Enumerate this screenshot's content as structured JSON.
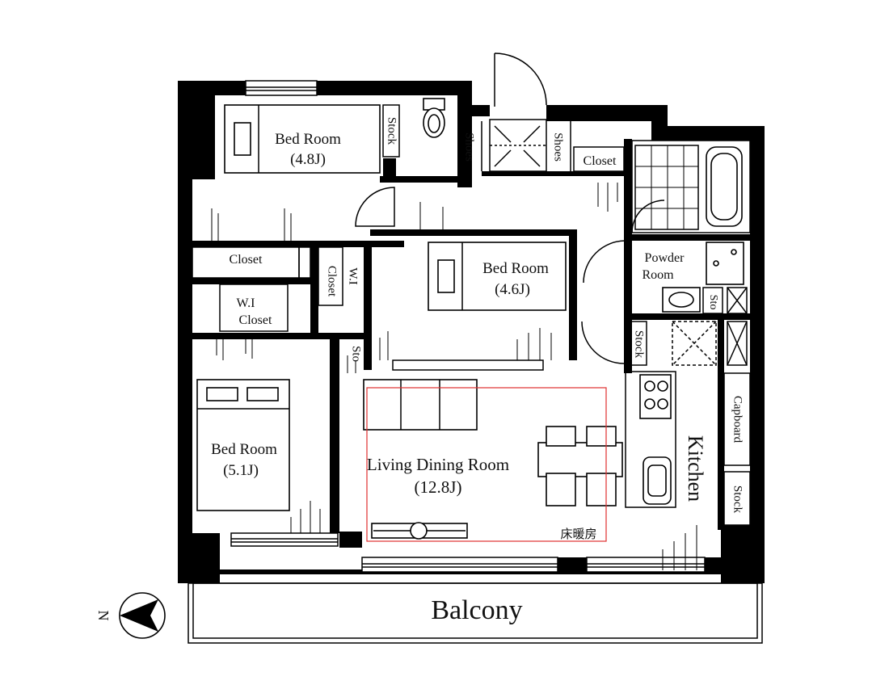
{
  "rooms": {
    "bed1": {
      "name": "Bed Room",
      "size": "(4.8J)"
    },
    "bed2": {
      "name": "Bed Room",
      "size": "(4.6J)"
    },
    "bed3": {
      "name": "Bed Room",
      "size": "(5.1J)"
    },
    "ldk": {
      "name": "Living Dining Room",
      "size": "(12.8J)"
    },
    "powder": {
      "line1": "Powder",
      "line2": "Room"
    },
    "kitchen": "Kitchen",
    "balcony": "Balcony"
  },
  "storage": {
    "stock_top": "Stock",
    "shoes_left": "Shoes",
    "shoes_right": "Shoes",
    "closet_top": "Closet",
    "closet_left": "Closet",
    "wi_upper": {
      "line1": "W.I",
      "line2": "Closet"
    },
    "wi_lower": {
      "line1": "W.I",
      "line2": "Closet"
    },
    "sto_left": "Sto",
    "stock_mid": "Stock",
    "sto_right": "Sto",
    "capboard": "Capboard",
    "stock_right": "Stock"
  },
  "floor_heating": {
    "label": "床暖房",
    "color": "#e03030"
  },
  "compass": {
    "label": "N",
    "color": "#e03030"
  }
}
